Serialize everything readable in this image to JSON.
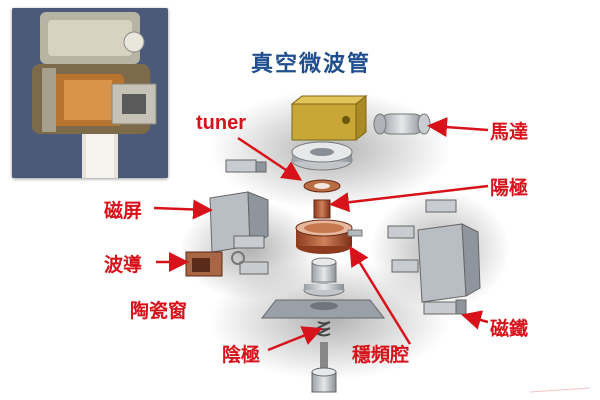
{
  "title": "真空微波管",
  "labels": {
    "tuner": "tuner",
    "motor": "馬達",
    "anode": "陽極",
    "magnetic_shield": "磁屏",
    "waveguide": "波導",
    "ceramic_window": "陶瓷窗",
    "magnet": "磁鐵",
    "cathode": "陰極",
    "stabilizing_cavity": "穩頻腔"
  },
  "colors": {
    "title": "#1f4e8f",
    "label": "#d8121b",
    "arrow": "#d8121b"
  }
}
